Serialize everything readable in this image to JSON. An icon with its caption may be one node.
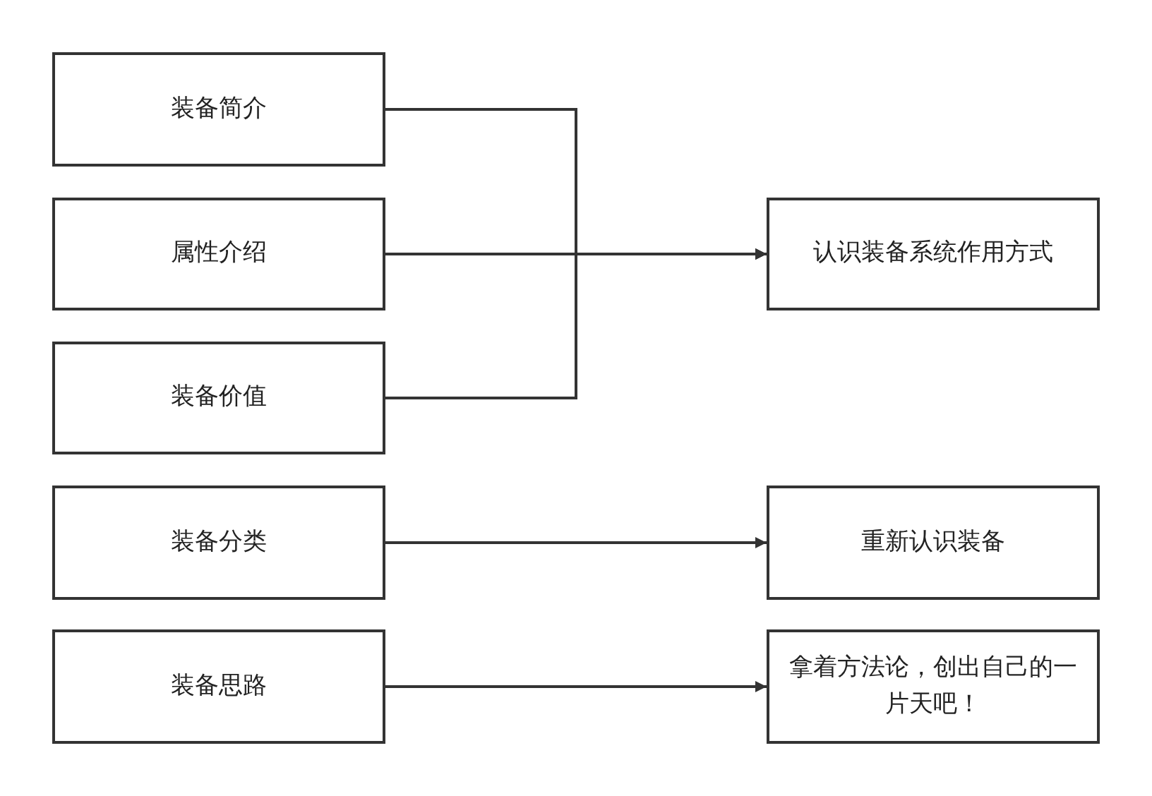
{
  "diagram": {
    "nodes": [
      {
        "text": [
          "装备简介"
        ]
      },
      {
        "text": [
          "属性介绍"
        ]
      },
      {
        "text": [
          "装备价值"
        ]
      },
      {
        "text": [
          "装备分类"
        ]
      },
      {
        "text": [
          "装备思路"
        ]
      },
      {
        "text": [
          "认识装备系统作用方式"
        ]
      },
      {
        "text": [
          "重新认识装备"
        ]
      },
      {
        "text": [
          "拿着方法论，创出自己的一片天吧！"
        ]
      }
    ],
    "edges": [
      {
        "from": 0,
        "to": 5,
        "arrow": "to"
      },
      {
        "from": 1,
        "to": 5,
        "arrow": "to"
      },
      {
        "from": 2,
        "to": 5,
        "arrow": "to"
      },
      {
        "from": 3,
        "to": 6,
        "arrow": "to"
      },
      {
        "from": 4,
        "to": 7,
        "arrow": "to"
      }
    ]
  }
}
